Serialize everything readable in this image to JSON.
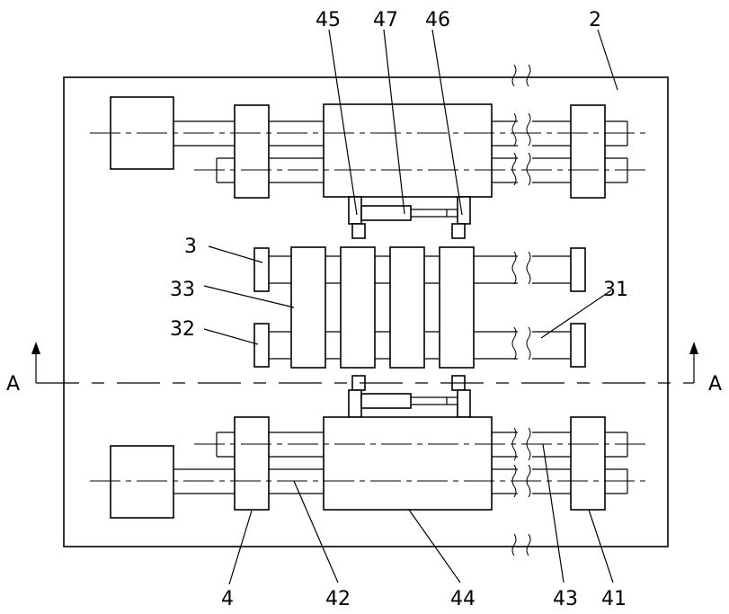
{
  "labels": {
    "l45": "45",
    "l47": "47",
    "l46": "46",
    "l2": "2",
    "l3": "3",
    "l33": "33",
    "l32": "32",
    "l31": "31",
    "l4": "4",
    "l42": "42",
    "l44": "44",
    "l43": "43",
    "l41": "41",
    "a_left": "A",
    "a_right": "A"
  }
}
